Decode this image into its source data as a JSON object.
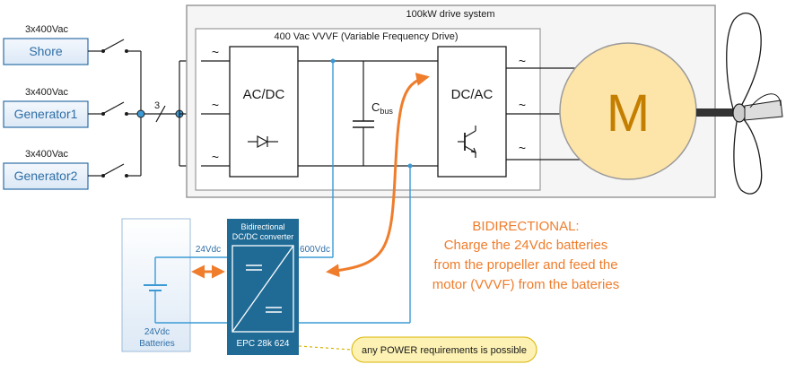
{
  "sources": [
    {
      "voltage": "3x400Vac",
      "name": "Shore"
    },
    {
      "voltage": "3x400Vac",
      "name": "Generator1"
    },
    {
      "voltage": "3x400Vac",
      "name": "Generator2"
    }
  ],
  "bus_phase_count": "3",
  "drive_system_title": "100kW drive system",
  "vfd_title": "400 Vac VVVF (Variable Frequency Drive)",
  "acdc_label": "AC/DC",
  "dcac_label": "DC/AC",
  "cbus_main": "C",
  "cbus_sub": "bus",
  "ac_symbol": "~",
  "motor_label": "M",
  "dcdc": {
    "title_line1": "Bidirectional",
    "title_line2": "DC/DC converter",
    "model": "EPC 28k 624",
    "left_voltage": "24Vdc",
    "right_voltage": "600Vdc"
  },
  "battery": {
    "line1": "24Vdc",
    "line2": "Batteries"
  },
  "bidirectional_note": {
    "line1": "BIDIRECTIONAL:",
    "line2": "Charge the 24Vdc batteries",
    "line3": "from the propeller and feed the",
    "line4": "motor (VVVF) from the bateries"
  },
  "callout": "any POWER requirements is possible",
  "colors": {
    "accent_orange": "#ef7d2c",
    "dcdc_blue": "#1f6b96",
    "dc_wire_blue": "#3b9ad6",
    "source_box_border": "#2e6ea6",
    "motor_fill": "#fde4a8",
    "motor_letter": "#c47e00",
    "callout_fill": "#fdf2b4"
  }
}
